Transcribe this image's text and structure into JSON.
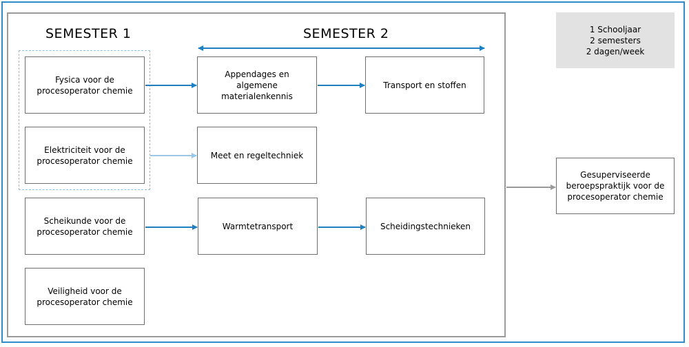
{
  "semester1": {
    "heading": "SEMESTER 1"
  },
  "semester2": {
    "heading": "SEMESTER 2"
  },
  "info": {
    "lines": [
      "1 Schooljaar",
      "2 semesters",
      "2 dagen/week"
    ]
  },
  "courses": {
    "fysica": "Fysica voor de procesoperator chemie",
    "elektriciteit": "Elektriciteit voor de procesoperator chemie",
    "scheikunde": "Scheikunde voor de procesoperator chemie",
    "veiligheid": "Veiligheid voor de procesoperator chemie",
    "appendages": "Appendages en algemene materialenkennis",
    "transport": "Transport en stoffen",
    "meet": "Meet en regeltechniek",
    "warmte": "Warmtetransport",
    "scheiding": "Scheidingstechnieken",
    "praktijk": "Gesuperviseerde beroepspraktijk voor de procesoperator chemie"
  },
  "colors": {
    "frame_blue": "#2f8cc8",
    "arrow_blue": "#1f7fc0",
    "arrow_light_blue": "#9cc6e6",
    "arrow_gray": "#9a9a9a",
    "box_border": "#6e6e6e",
    "info_fill": "#e2e2e2"
  }
}
